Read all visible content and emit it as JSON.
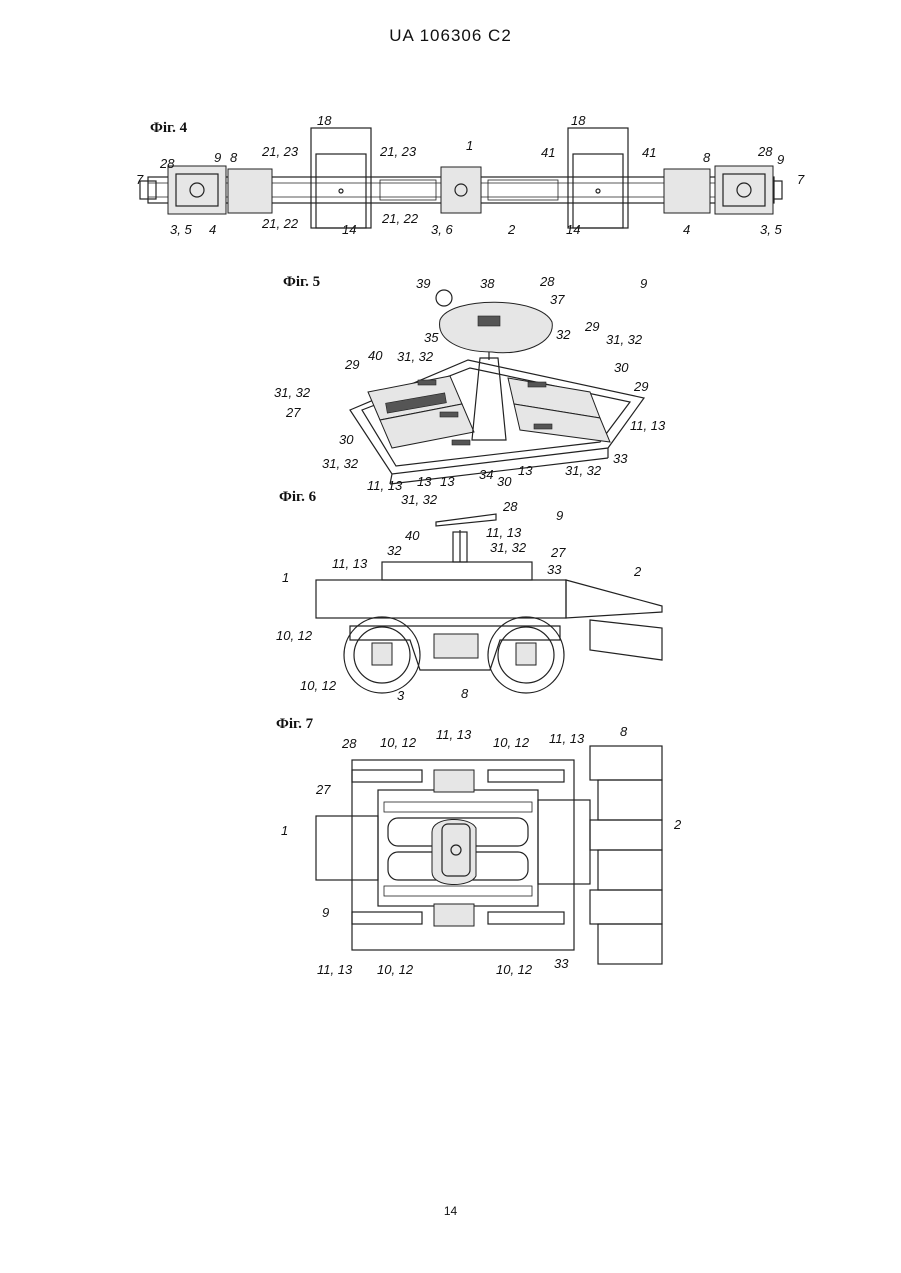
{
  "header": "UA   106306   C2",
  "page_number": "14",
  "figures": {
    "fig4": "Фіг. 4",
    "fig5": "Фіг. 5",
    "fig6": "Фіг. 6",
    "fig7": "Фіг. 7"
  },
  "labels": {
    "f4": [
      "18",
      "18",
      "21, 23",
      "21, 23",
      "1",
      "41",
      "41",
      "28",
      "9",
      "8",
      "7",
      "8",
      "28",
      "9",
      "7",
      "3, 5",
      "4",
      "21, 22",
      "21, 22",
      "14",
      "3, 6",
      "2",
      "14",
      "4",
      "3, 5"
    ],
    "f5": [
      "39",
      "38",
      "28",
      "37",
      "9",
      "35",
      "32",
      "29",
      "31, 32",
      "40",
      "31, 32",
      "29",
      "30",
      "31, 32",
      "27",
      "29",
      "30",
      "11, 13",
      "31, 32",
      "34",
      "13",
      "13",
      "33",
      "11, 13",
      "13",
      "30",
      "31, 32",
      "31, 32"
    ],
    "f6": [
      "28",
      "9",
      "40",
      "11, 13",
      "32",
      "31, 32",
      "27",
      "11, 13",
      "33",
      "2",
      "1",
      "10, 12",
      "10, 12",
      "3",
      "8"
    ],
    "f7": [
      "28",
      "10, 12",
      "11, 13",
      "10, 12",
      "11, 13",
      "8",
      "27",
      "1",
      "2",
      "9",
      "11, 13",
      "10, 12",
      "10, 12",
      "33"
    ]
  }
}
